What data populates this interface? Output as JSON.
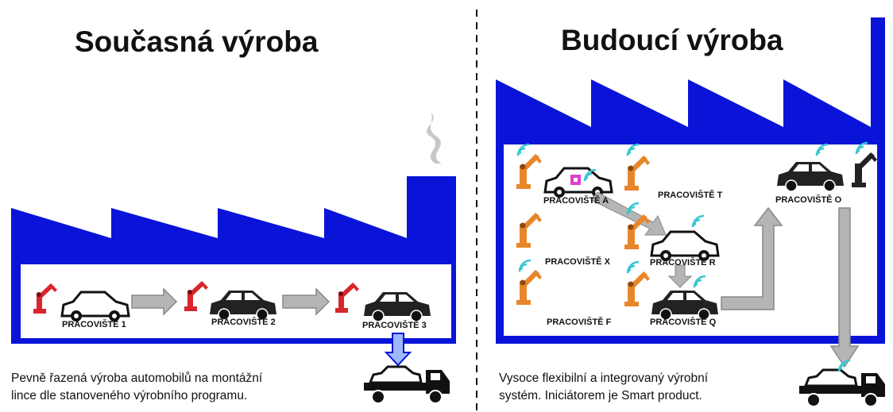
{
  "left": {
    "title": "Současná výroba",
    "stations": [
      "PRACOVIŠTĚ 1",
      "PRACOVIŠTĚ 2",
      "PRACOVIŠTĚ 3"
    ],
    "caption_line1": "Pevně řazená výroba  automobilů na montážní",
    "caption_line2": "lince dle stanoveného výrobního programu."
  },
  "right": {
    "title": "Budoucí výroba",
    "stations": {
      "a": "PRACOVIŠTĚ A",
      "t": "PRACOVIŠTĚ T",
      "x": "PRACOVIŠTĚ X",
      "r": "PRACOVIŠTĚ R",
      "f": "PRACOVIŠTĚ F",
      "q": "PRACOVIŠTĚ Q",
      "o": "PRACOVIŠTĚ O"
    },
    "caption_line1": "Vysoce flexibilní a integrovaný výrobní",
    "caption_line2": "systém. Iniciátorem je Smart product."
  },
  "colors": {
    "factory": "#0a14d8",
    "robot_red": "#d8262c",
    "robot_orange": "#e8862a",
    "arrow_gray": "#b5b5b5",
    "wifi": "#39c6d4",
    "tag_magenta": "#e040d0"
  }
}
